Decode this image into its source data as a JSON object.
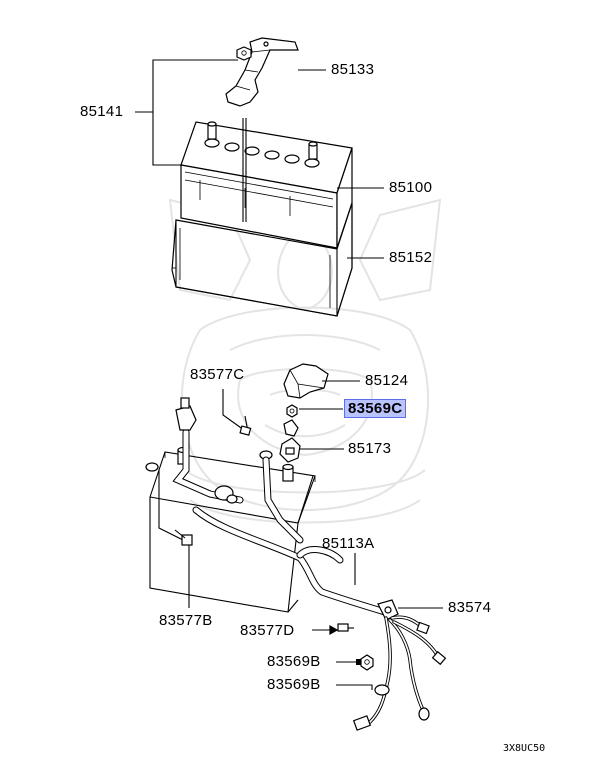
{
  "diagram": {
    "labels": {
      "p85133": "85133",
      "p85141": "85141",
      "p85100": "85100",
      "p85152": "85152",
      "p83577C": "83577C",
      "p85124": "85124",
      "p83569C": "83569C",
      "p85173": "85173",
      "p85113A": "85113A",
      "p83574": "83574",
      "p83577B": "83577B",
      "p83577D": "83577D",
      "p83569B_1": "83569B",
      "p83569B_2": "83569B"
    },
    "highlighted_part": "83569C",
    "figure_code": "3X8UC50",
    "colors": {
      "highlight_fill": "#b9c4ff",
      "highlight_border": "#5b6ee8",
      "watermark": "#e4e4e4"
    }
  }
}
